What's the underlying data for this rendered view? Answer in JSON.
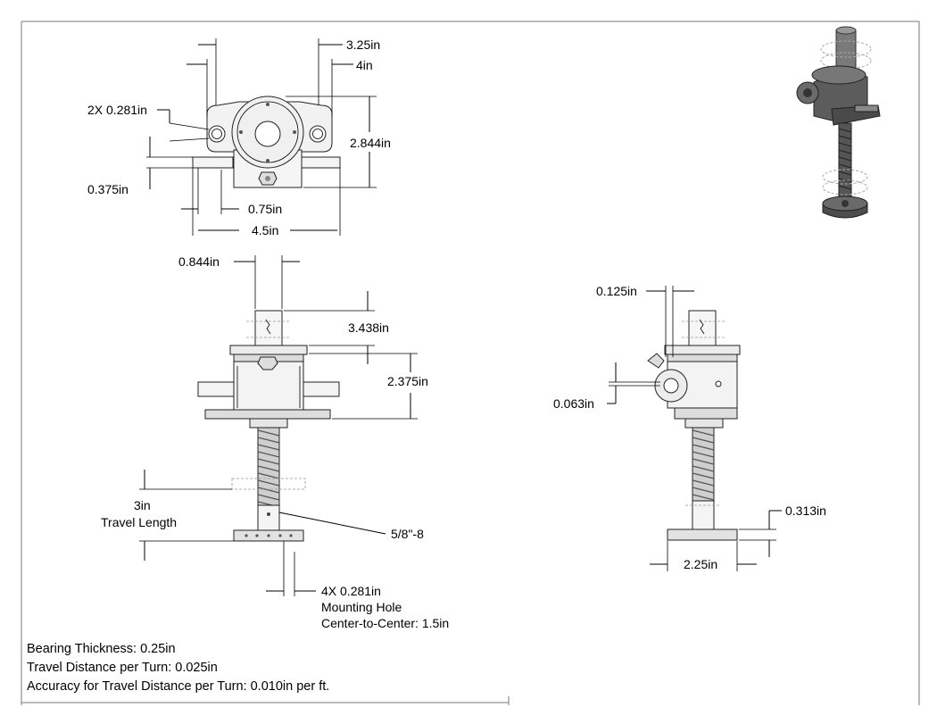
{
  "dimensions": {
    "top_view": {
      "w325": "3.25in",
      "w4": "4in",
      "hole_2x": "2X 0.281in",
      "h2844": "2.844in",
      "t0375": "0.375in",
      "w075": "0.75in",
      "w45": "4.5in"
    },
    "front_view": {
      "d0844": "0.844in",
      "h3438": "3.438in",
      "h2375": "2.375in",
      "travel_value": "3in",
      "travel_label": "Travel Length",
      "thread": "5/8\"-8",
      "mount_hole": "4X 0.281in",
      "mount_hole_label": "Mounting Hole",
      "mount_cc": "Center-to-Center: 1.5in"
    },
    "side_view": {
      "d0125": "0.125in",
      "d0063": "0.063in",
      "d0313": "0.313in",
      "d225": "2.25in"
    }
  },
  "notes": [
    "Bearing Thickness: 0.25in",
    "Travel Distance per Turn: 0.025in",
    "Accuracy for Travel Distance per Turn: 0.010in per ft."
  ],
  "colors": {
    "line": "#000000",
    "part_fill": "#e9e9e9",
    "part_dark": "#4a4a4a",
    "iso_body": "#5c5c5c"
  }
}
